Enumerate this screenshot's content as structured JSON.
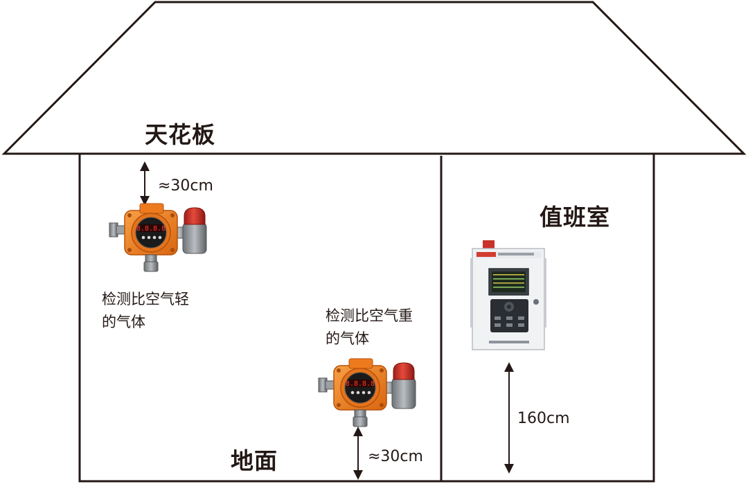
{
  "labels": {
    "ceiling": "天花板",
    "duty_room": "值班室",
    "floor": "地面",
    "dist_ceiling": "≈30cm",
    "dist_floor": "≈30cm",
    "dist_panel": "160cm",
    "light_gas_line1": "检测比空气轻",
    "light_gas_line2": "的气体",
    "heavy_gas_line1": "检测比空气重",
    "heavy_gas_line2": "的气体"
  },
  "detector": {
    "display_top": "8.8.8.8",
    "display_bottom": "8.8.8.8"
  },
  "colors": {
    "outline": "#231815",
    "detector_body": "#f07d22",
    "alarm_red": "#c8322a",
    "panel_face": "#f1f2f4"
  },
  "icons": {
    "gas_detector": "gas-detector-icon",
    "alarm_beacon": "alarm-beacon-icon",
    "control_panel": "alarm-controller-icon"
  }
}
